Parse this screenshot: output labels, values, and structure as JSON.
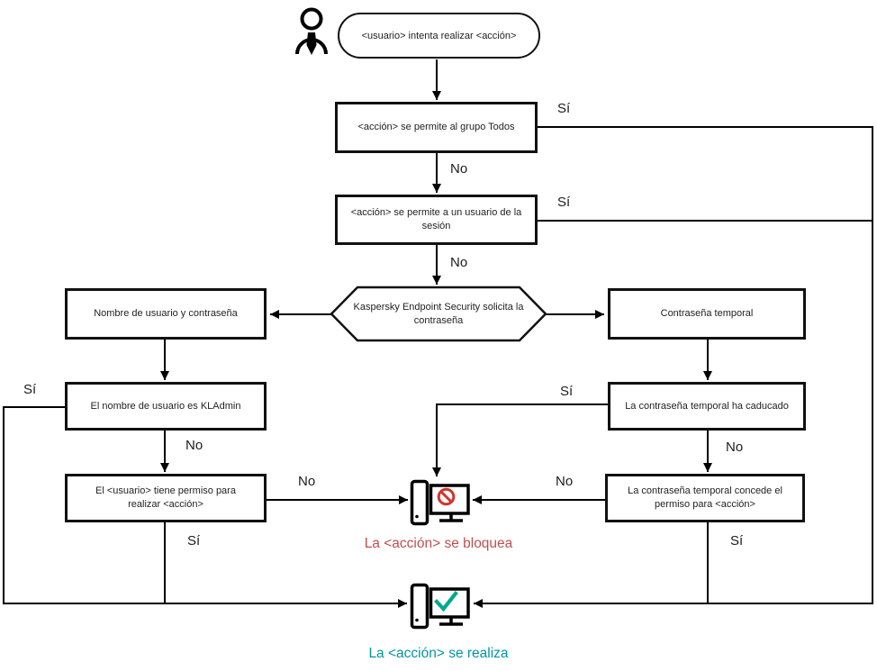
{
  "flowchart": {
    "start": "<usuario> intenta realizar <acción>",
    "boxes": {
      "allow_group": "<acción> se permite al grupo Todos",
      "allow_session_user": "<acción> se permite a un usuario de la sesión",
      "password_prompt": "Kaspersky Endpoint Security solicita la contraseña",
      "username_password": "Nombre de usuario y contraseña",
      "username_is_kladmin": "El nombre de usuario es KLAdmin",
      "user_has_permission": "El <usuario> tiene permiso para realizar <acción>",
      "temporary_password": "Contraseña temporal",
      "temporary_password_expired": "La contraseña temporal ha caducado",
      "temporary_password_grants": "La contraseña temporal concede el permiso para <acción>"
    },
    "edge_labels": {
      "yes": "Sí",
      "no": "No"
    },
    "outcomes": {
      "blocked": "La <acción> se bloquea",
      "performed": "La <acción> se realiza"
    },
    "icons": {
      "person": "user-icon",
      "blocked": "computer-blocked-icon",
      "performed": "computer-check-icon"
    },
    "colors": {
      "line": "#000000",
      "blocked_sign": "#d1342a",
      "blocked_text": "#c0504d",
      "check": "#00a88e",
      "performed_text": "#0096a0"
    }
  }
}
